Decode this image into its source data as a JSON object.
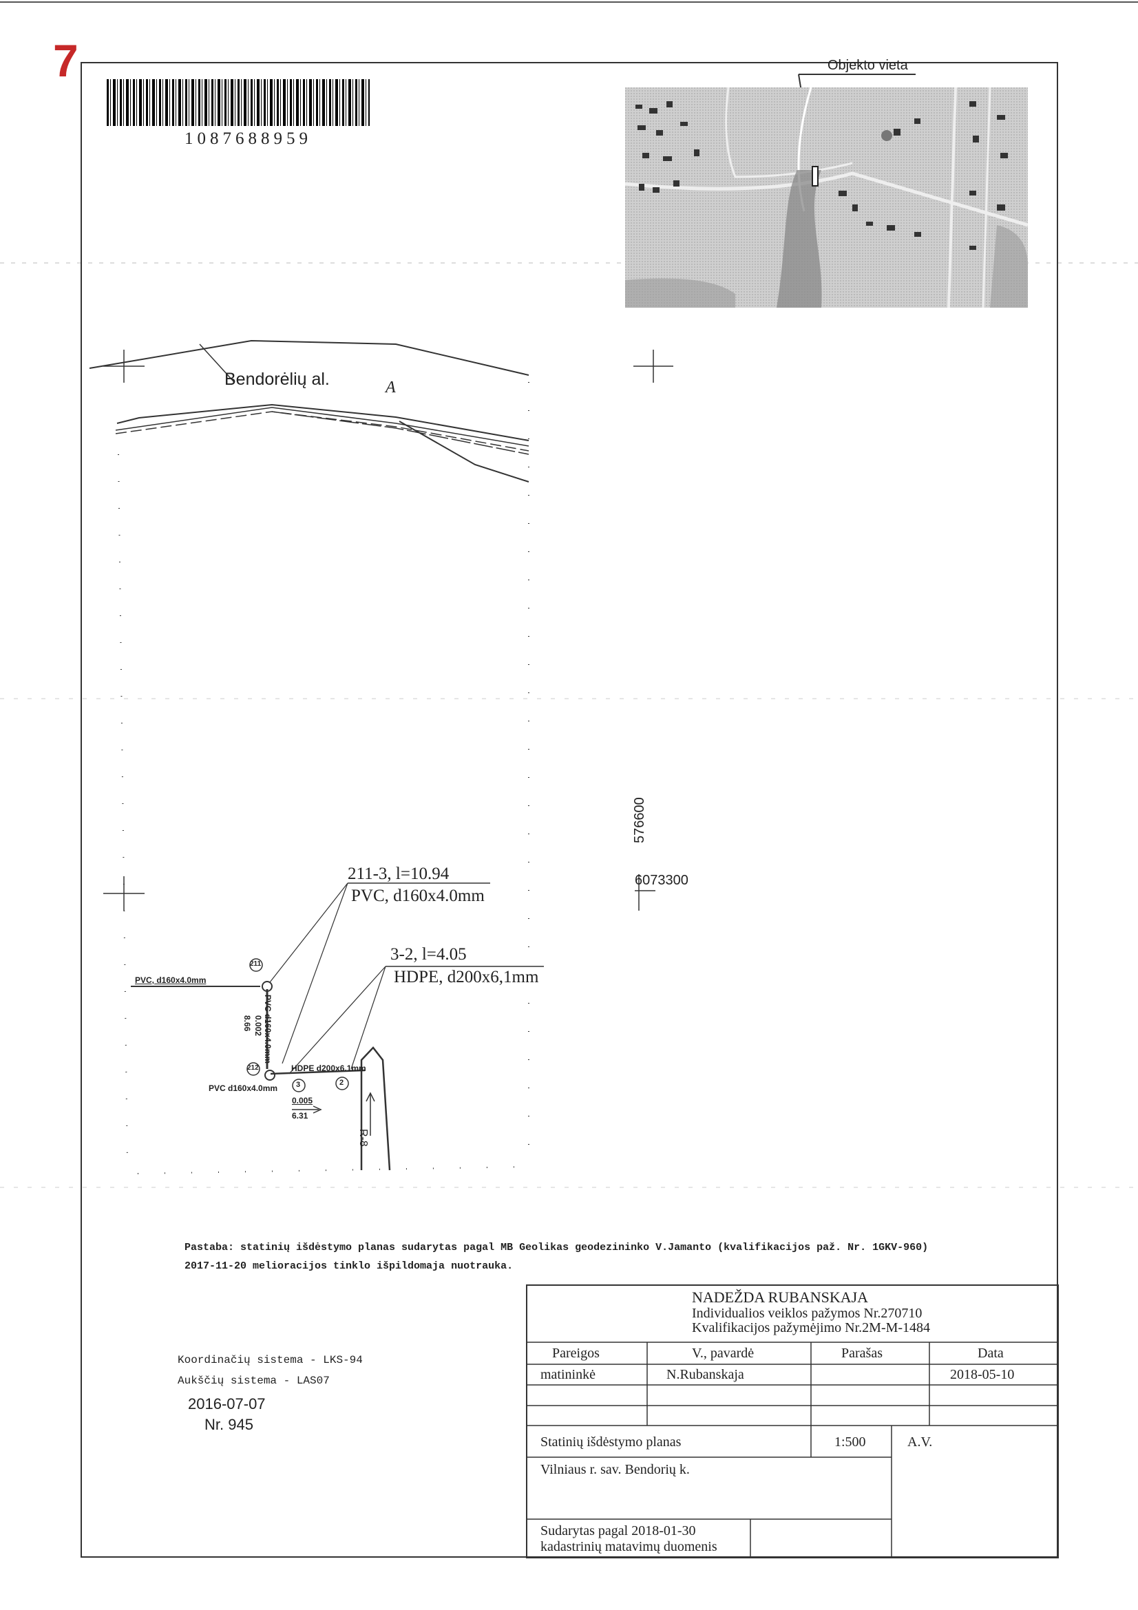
{
  "page_number": "7",
  "barcode": {
    "digits": "1087688959"
  },
  "locator_map": {
    "title": "Objekto vieta"
  },
  "drawing": {
    "street_label": "Bendorėlių al.",
    "zone_letter": "A",
    "pipe_upper_line1": "211-3,  l=10.94",
    "pipe_upper_line2": "PVC,  d160x4.0mm",
    "pipe_lower_line1": "3-2,  l=4.05",
    "pipe_lower_line2": "HDPE,  d200x6,1mm",
    "left_pipe_label": "PVC, d160x4.0mm",
    "left_pipe_label2": "PVC  d160x4.0mm",
    "vertical_pipe_label": "PVC d160x4.0mm",
    "hdpe_label": "HDPE d200x6.1mm",
    "slope_vertical": "0.002",
    "length_vertical": "8.66",
    "slope_horizontal": "0.005",
    "length_horizontal": "6.31",
    "well_211": "211",
    "well_212": "212",
    "well_3": "3",
    "well_2": "2",
    "channel_label": "R-8",
    "coord_y": "576600",
    "coord_x": "6073300"
  },
  "note": {
    "line1": "Pastaba: statinių išdėstymo planas sudarytas pagal MB Geolikas geodezininko V.Jamanto (kvalifikacijos paž. Nr. 1GKV-960)",
    "line2": "2017-11-20 melioracijos tinklo išpildomaja nuotrauka."
  },
  "coordinate_system": {
    "line1": "Koordinačių sistema  -  LKS-94",
    "line2": "Aukščių sistema  -   LAS07"
  },
  "stamp": {
    "date": "2016-07-07",
    "number": "Nr.  945"
  },
  "title_block": {
    "surveyor_name": "NADEŽDA RUBANSKAJA",
    "license": "Individualios veiklos pažymos Nr.270710",
    "qualification": "Kvalifikacijos pažymėjimo  Nr.2M-M-1484",
    "header_role": "Pareigos",
    "header_name": "V., pavardė",
    "header_signature": "Parašas",
    "header_date": "Data",
    "role": "matininkė",
    "name": "N.Rubanskaja",
    "date": "2018-05-10",
    "drawing_title": "Statinių išdėstymo planas",
    "scale": "1:500",
    "av": "A.V.",
    "location": "Vilniaus r. sav. Bendorių k.",
    "based_on_line1": "Sudarytas pagal  2018-01-30",
    "based_on_line2": "kadastrinių matavimų duomenis"
  }
}
